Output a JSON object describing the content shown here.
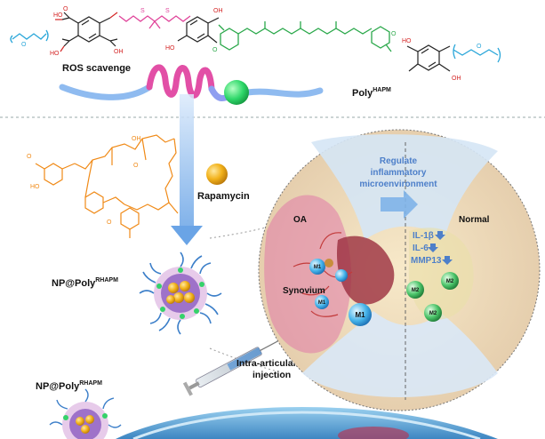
{
  "labels": {
    "ros_scavenge": "ROS scavenge",
    "poly_hapm": "Poly",
    "poly_hapm_sup": "HAPM",
    "rapamycin": "Rapamycin",
    "np_poly_1": "NP@Poly",
    "np_poly_1_sup": "RHAPM",
    "np_poly_2": "NP@Poly",
    "np_poly_2_sup": "RHAPM",
    "intra_articular": "Intra-articular",
    "injection": "injection",
    "regulate_1": "Regulate",
    "regulate_2": "inflammatory",
    "regulate_3": "microenvironment",
    "oa": "OA",
    "normal": "Normal",
    "synovium": "Synovium",
    "il1b": "IL-1β",
    "il6": "IL-6",
    "mmp13": "MMP13",
    "m1": "M1",
    "m2": "M2",
    "chem_ho": "HO",
    "chem_oh": "OH",
    "chem_o": "O",
    "chem_s": "S"
  },
  "colors": {
    "chain_blue": "#29a6d9",
    "chain_pink": "#e0449a",
    "chain_green": "#2aa84a",
    "rapamycin_orange": "#f08a17",
    "arrow_blue": "#7fb2e8",
    "text_blue": "#4d7fc9"
  }
}
